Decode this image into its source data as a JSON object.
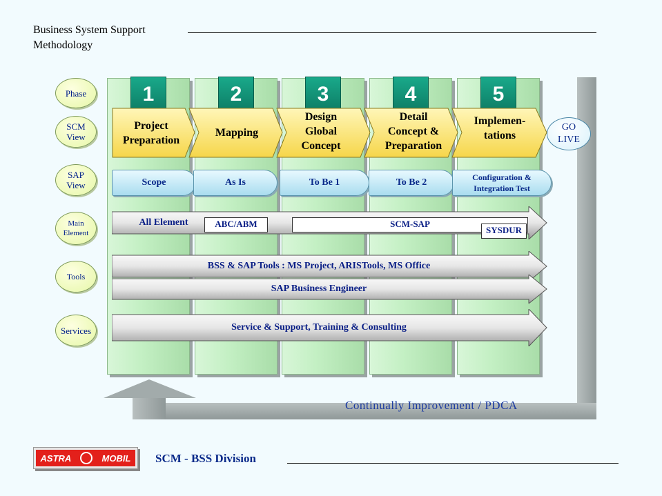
{
  "header": {
    "title_line1": "Business System Support",
    "title_line2": "Methodology"
  },
  "phases": [
    "1",
    "2",
    "3",
    "4",
    "5"
  ],
  "row_labels": {
    "phase": "Phase",
    "scm_view": [
      "SCM",
      "View"
    ],
    "sap_view": [
      "SAP",
      "View"
    ],
    "main_element": [
      "Main",
      "Element"
    ],
    "tools": "Tools",
    "services": "Services"
  },
  "scm_view": [
    [
      "Project",
      "Preparation"
    ],
    [
      "Mapping"
    ],
    [
      "Design",
      "Global",
      "Concept"
    ],
    [
      "Detail",
      "Concept &",
      "Preparation"
    ],
    [
      "Implemen-",
      "tations"
    ]
  ],
  "go_live": [
    "GO",
    "LIVE"
  ],
  "sap_view": [
    [
      "Scope"
    ],
    [
      "As Is"
    ],
    [
      "To Be  1"
    ],
    [
      "To Be  2"
    ],
    [
      "Configuration &",
      "Integration Test"
    ]
  ],
  "main_element": {
    "label": "All Element",
    "abc": "ABC/ABM",
    "scm_sap": "SCM-SAP",
    "sysdur": "SYSDUR"
  },
  "tools": {
    "bar1": "BSS & SAP Tools : MS Project, ARISTools, MS Office",
    "bar2": "SAP Business Engineer"
  },
  "services": {
    "bar": "Service & Support, Training & Consulting"
  },
  "cycle_label": "Continually Improvement / PDCA",
  "footer": {
    "logo_left": "ASTRA",
    "logo_right": "MOBIL",
    "division": "SCM - BSS Division"
  },
  "colors": {
    "accent": "#0e7f67",
    "label_text": "#0a1f86",
    "logo_red": "#e3201b"
  }
}
